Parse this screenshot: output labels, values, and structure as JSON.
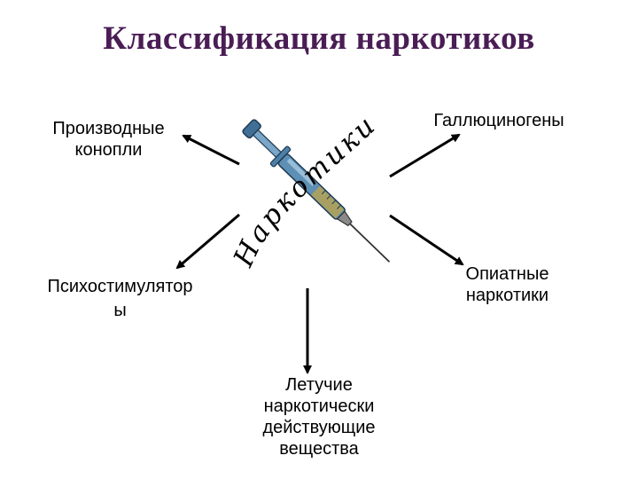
{
  "title": "Классификация наркотиков",
  "center": {
    "image": "syringe-illustration",
    "handwritten_word": "Наркотики"
  },
  "categories": {
    "cannabis": "Производные\nконопли",
    "hallucinogens": "Галлюциногены",
    "psychostimulants": "Психостимулятор\nы",
    "opiates": "Опиатные\nнаркотики",
    "volatile": "Летучие\nнаркотически\nдействующие\nвещества"
  },
  "colors": {
    "title": "#4a1d55",
    "arrows": "#000000",
    "syringe_body": "#5e8fb4"
  }
}
